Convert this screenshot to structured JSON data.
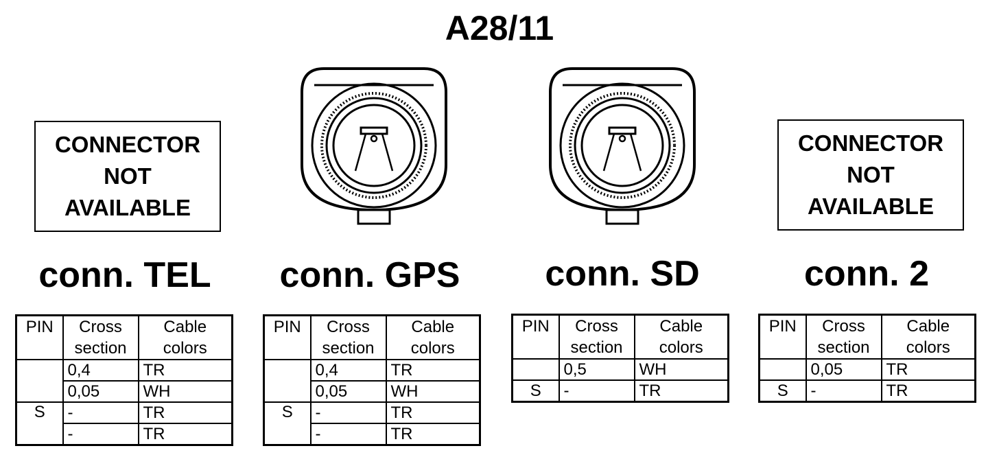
{
  "title": "A28/11",
  "not_available_text": [
    "CONNECTOR",
    "NOT",
    "AVAILABLE"
  ],
  "table_header": {
    "pin": "PIN",
    "cross_section": [
      "Cross",
      "section"
    ],
    "cable_colors": [
      "Cable",
      "colors"
    ]
  },
  "connectors": [
    {
      "label": "conn. TEL",
      "available": false,
      "rows": [
        {
          "pin": "",
          "cross_section": "0,4",
          "color": "TR"
        },
        {
          "pin": "",
          "cross_section": "0,05",
          "color": "WH"
        },
        {
          "pin": "S",
          "cross_section": "-",
          "color": "TR"
        },
        {
          "pin": "",
          "cross_section": "-",
          "color": "TR"
        }
      ]
    },
    {
      "label": "conn. GPS",
      "available": true,
      "rows": [
        {
          "pin": "",
          "cross_section": "0,4",
          "color": "TR"
        },
        {
          "pin": "",
          "cross_section": "0,05",
          "color": "WH"
        },
        {
          "pin": "S",
          "cross_section": "-",
          "color": "TR"
        },
        {
          "pin": "",
          "cross_section": "-",
          "color": "TR"
        }
      ]
    },
    {
      "label": "conn. SD",
      "available": true,
      "rows": [
        {
          "pin": "",
          "cross_section": "0,5",
          "color": "WH"
        },
        {
          "pin": "S",
          "cross_section": "-",
          "color": "TR"
        }
      ]
    },
    {
      "label": "conn. 2",
      "available": false,
      "rows": [
        {
          "pin": "",
          "cross_section": "0,05",
          "color": "TR"
        },
        {
          "pin": "S",
          "cross_section": "-",
          "color": "TR"
        }
      ]
    }
  ]
}
